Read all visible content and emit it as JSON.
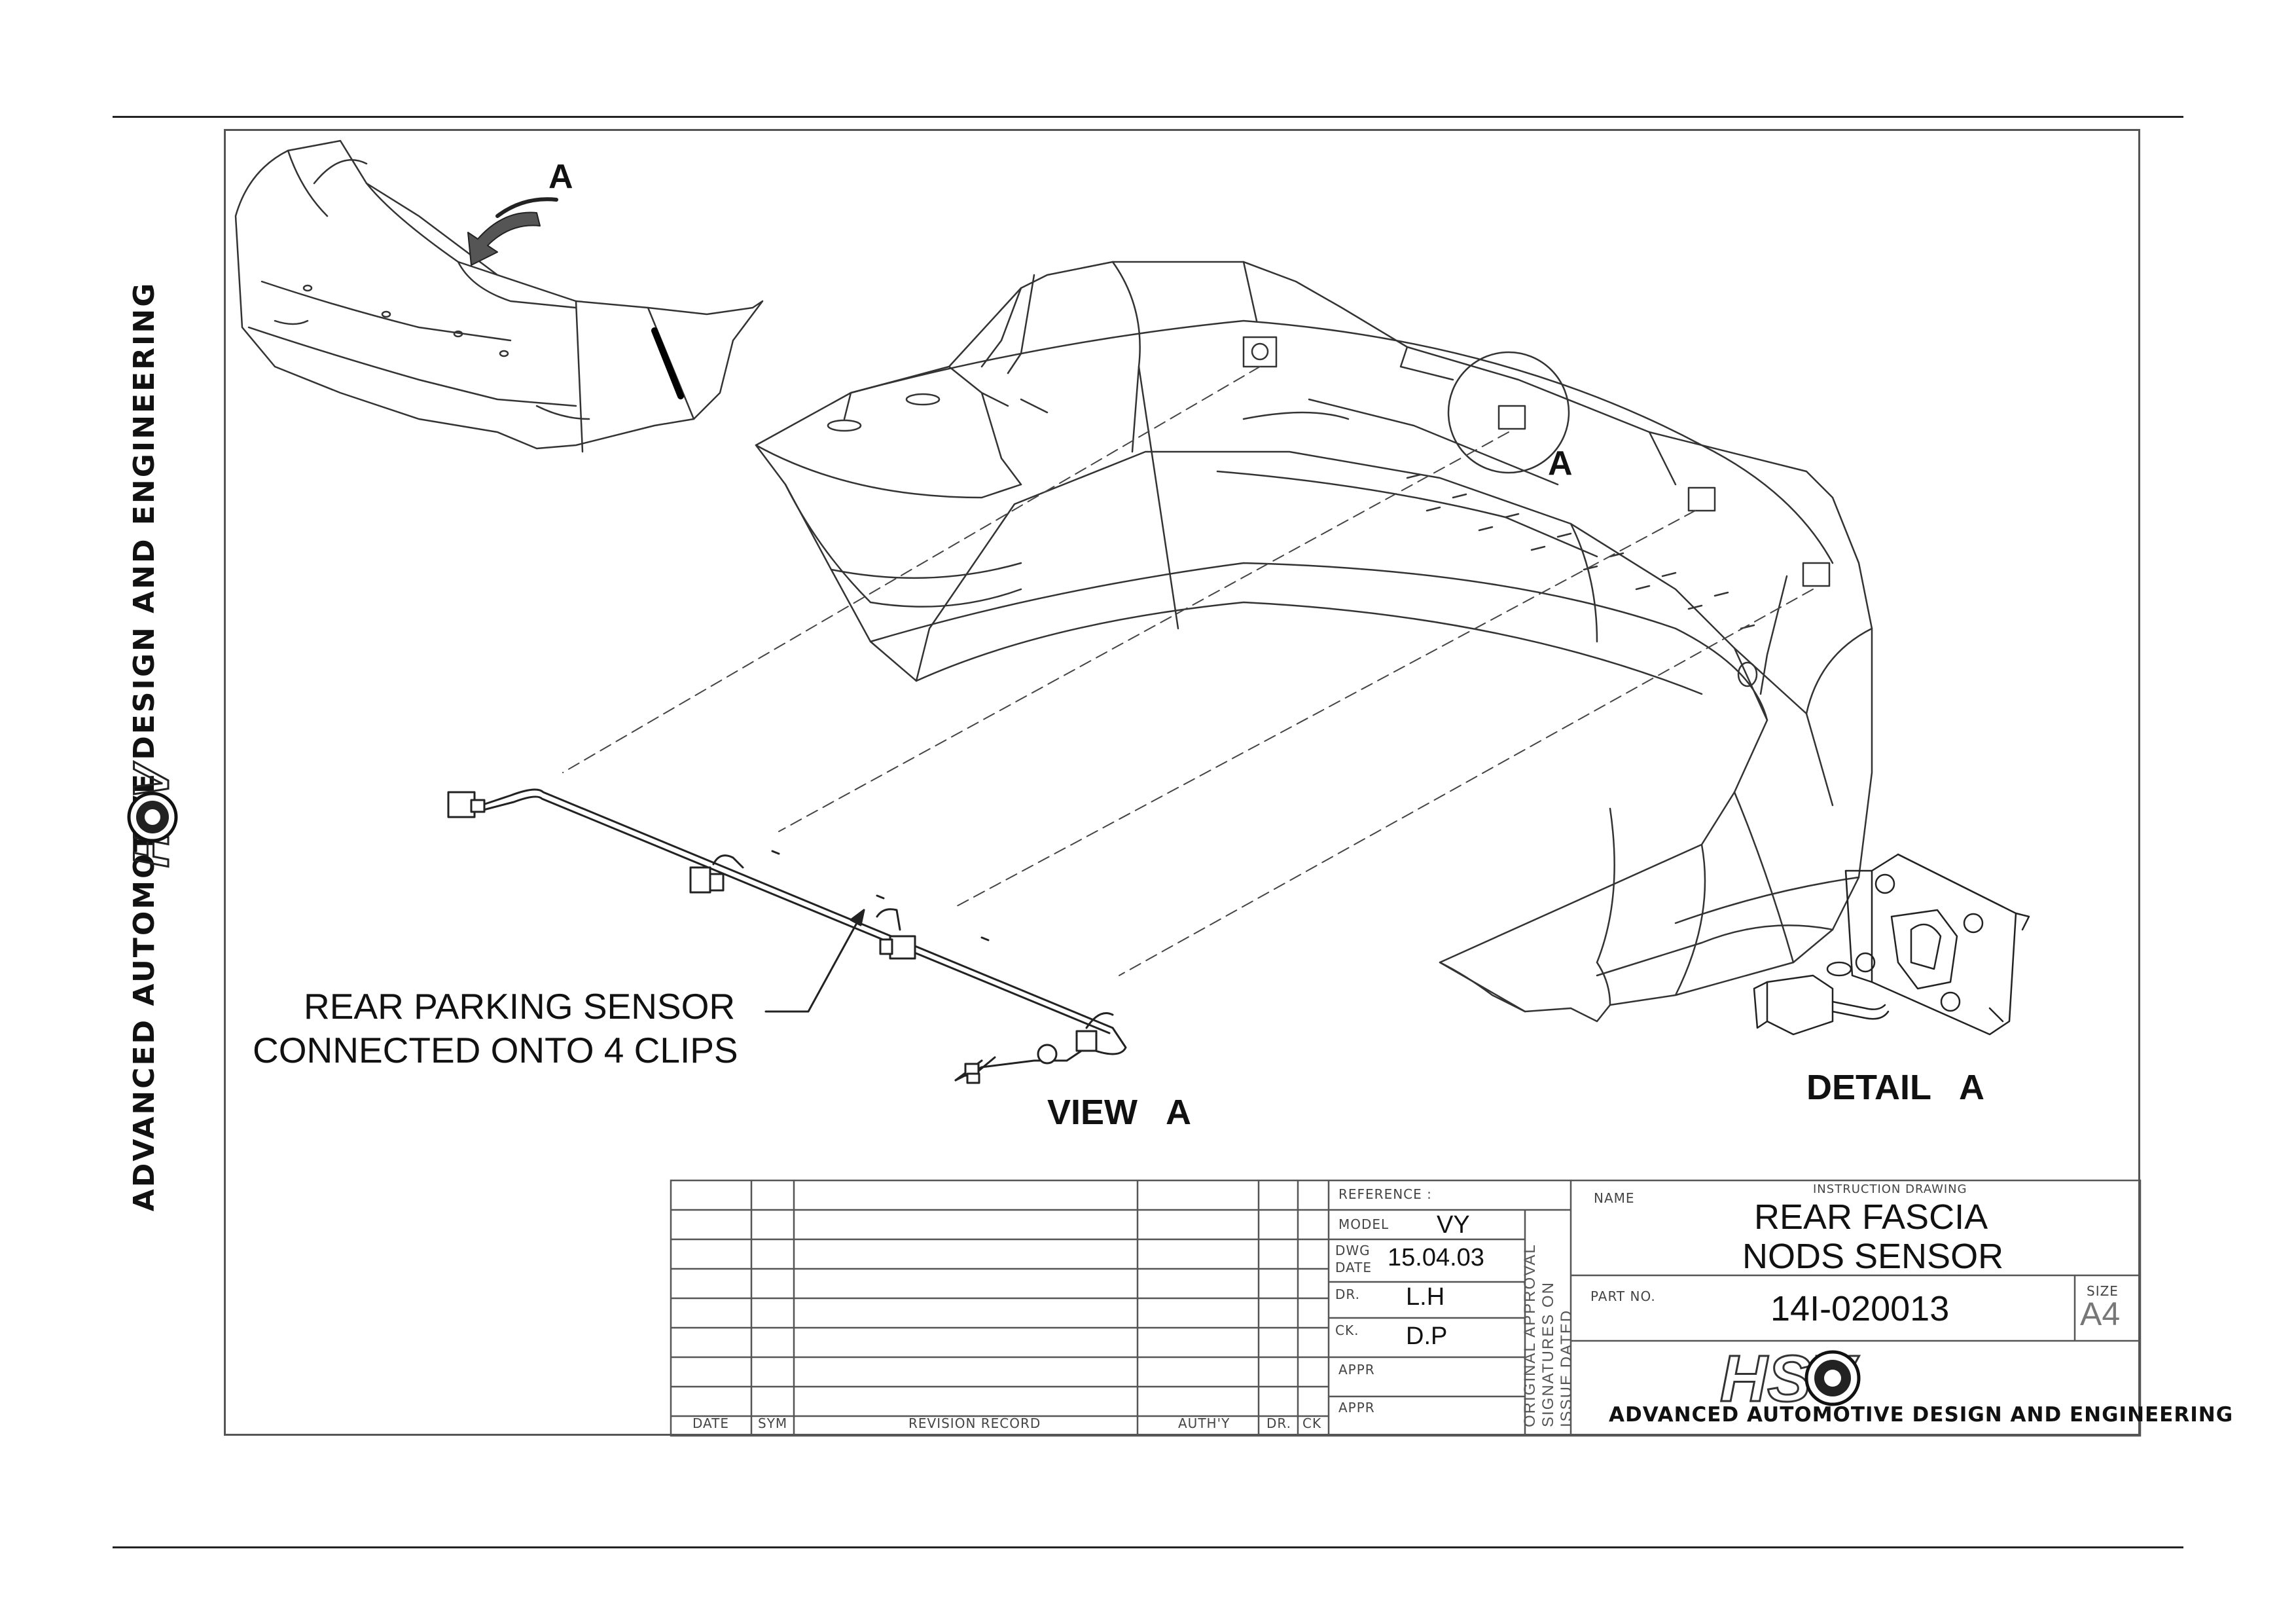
{
  "page": {
    "side_company": "ADVANCED AUTOMOTIVE DESIGN AND ENGINEERING",
    "brand_logo": "HSV"
  },
  "callouts": {
    "arrow_label_top": "A",
    "circle_label": "A",
    "sensor_note_line1": "REAR PARKING SENSOR",
    "sensor_note_line2": "CONNECTED ONTO 4 CLIPS",
    "view_label": "VIEW   A",
    "detail_label": "DETAIL   A"
  },
  "title_block": {
    "revision_headers": {
      "date": "DATE",
      "sym": "SYM",
      "record": "REVISION RECORD",
      "auth": "AUTH'Y",
      "dr": "DR.",
      "ck": "CK"
    },
    "reference_label": "REFERENCE :",
    "model_label": "MODEL",
    "model_value": "VY",
    "dwg_date_label_1": "DWG",
    "dwg_date_label_2": "DATE",
    "dwg_date_value": "15.04.03",
    "dr_label": "DR.",
    "dr_value": "L.H",
    "ck_label": "CK.",
    "ck_value": "D.P",
    "appr_label_1": "APPR",
    "appr_label_2": "APPR",
    "approval_note_1": "ORIGINAL APPROVAL",
    "approval_note_2": "SIGNATURES ON",
    "approval_note_3": "ISSUE DATED",
    "name_label": "NAME",
    "drawing_type": "INSTRUCTION DRAWING",
    "title_line1": "REAR FASCIA",
    "title_line2": "NODS SENSOR",
    "part_no_label": "PART NO.",
    "part_no_value": "14I-020013",
    "size_label": "SIZE",
    "size_value": "A4",
    "company": "ADVANCED AUTOMOTIVE DESIGN AND ENGINEERING",
    "logo_text": "HSV"
  }
}
